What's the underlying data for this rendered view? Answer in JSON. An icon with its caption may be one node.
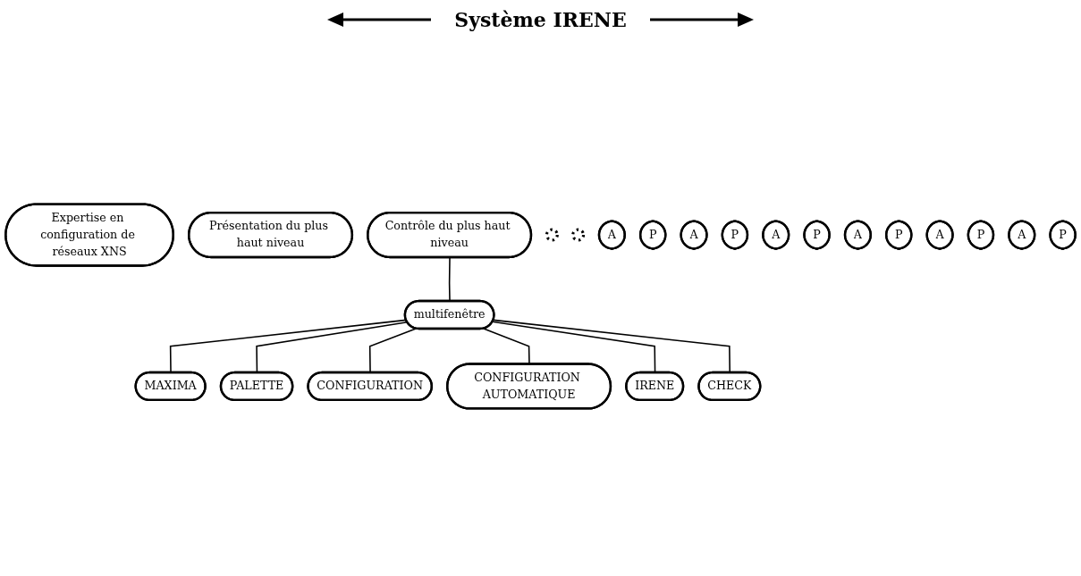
{
  "diagram": {
    "title": "Système IRENE",
    "nodes": [
      {
        "text": [
          "Expertise en configuration de réseaux XNS"
        ]
      },
      {
        "text": [
          "Présentation du plus haut niveau"
        ]
      },
      {
        "text": [
          "Contrôle du plus haut niveau"
        ]
      },
      {
        "text": [],
        "shape": "circle"
      },
      {
        "text": [
          "multifenêtre"
        ]
      },
      {
        "text": [],
        "shape": "circle"
      },
      {
        "text": [
          "A"
        ]
      },
      {
        "text": [
          "P"
        ]
      },
      {
        "text": [
          "MAXIMA"
        ]
      },
      {
        "text": [
          "A"
        ]
      },
      {
        "text": [
          "P"
        ]
      },
      {
        "text": [
          "PALETTE"
        ]
      },
      {
        "text": [
          "A"
        ]
      },
      {
        "text": [
          "P"
        ]
      },
      {
        "text": [
          "CONFIGURATION"
        ]
      },
      {
        "text": [
          "A"
        ]
      },
      {
        "text": [
          "P"
        ]
      },
      {
        "text": [
          "CONFIGURATION AUTOMATIQUE"
        ]
      },
      {
        "text": [
          "A"
        ]
      },
      {
        "text": [
          "P"
        ]
      },
      {
        "text": [
          "IRENE"
        ]
      },
      {
        "text": [
          "A"
        ]
      },
      {
        "text": [
          "P"
        ]
      },
      {
        "text": [
          "CHECK"
        ]
      }
    ],
    "edges": [
      {
        "from": 2,
        "to": 4,
        "arrow": "none"
      },
      {
        "from": 4,
        "to": 8,
        "arrow": "none"
      },
      {
        "from": 4,
        "to": 11,
        "arrow": "none"
      },
      {
        "from": 4,
        "to": 14,
        "arrow": "none"
      },
      {
        "from": 4,
        "to": 17,
        "arrow": "none"
      },
      {
        "from": 4,
        "to": 20,
        "arrow": "none"
      },
      {
        "from": 4,
        "to": 23,
        "arrow": "none"
      }
    ]
  }
}
